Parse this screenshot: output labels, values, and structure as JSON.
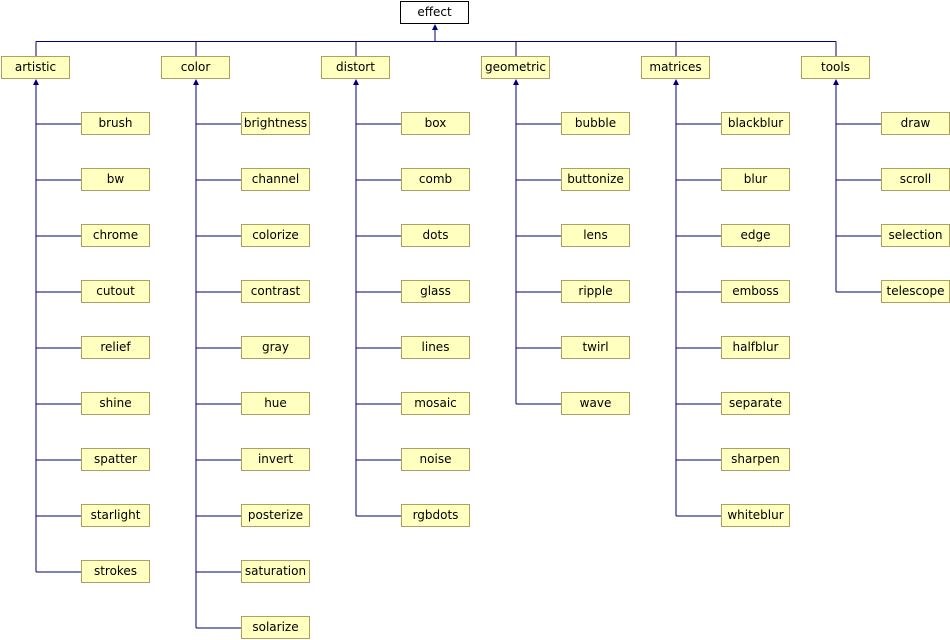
{
  "diagram": {
    "root": "effect",
    "categories": [
      {
        "name": "artistic",
        "children": [
          "brush",
          "bw",
          "chrome",
          "cutout",
          "relief",
          "shine",
          "spatter",
          "starlight",
          "strokes"
        ]
      },
      {
        "name": "color",
        "children": [
          "brightness",
          "channel",
          "colorize",
          "contrast",
          "gray",
          "hue",
          "invert",
          "posterize",
          "saturation",
          "solarize"
        ]
      },
      {
        "name": "distort",
        "children": [
          "box",
          "comb",
          "dots",
          "glass",
          "lines",
          "mosaic",
          "noise",
          "rgbdots"
        ]
      },
      {
        "name": "geometric",
        "children": [
          "bubble",
          "buttonize",
          "lens",
          "ripple",
          "twirl",
          "wave"
        ]
      },
      {
        "name": "matrices",
        "children": [
          "blackblur",
          "blur",
          "edge",
          "emboss",
          "halfblur",
          "separate",
          "sharpen",
          "whiteblur"
        ]
      },
      {
        "name": "tools",
        "children": [
          "draw",
          "scroll",
          "selection",
          "telescope"
        ]
      }
    ],
    "colors": {
      "node_fill": "#ffffc0",
      "node_border": "#b0a060",
      "edge": "#00007f",
      "root_fill": "#ffffff"
    }
  }
}
